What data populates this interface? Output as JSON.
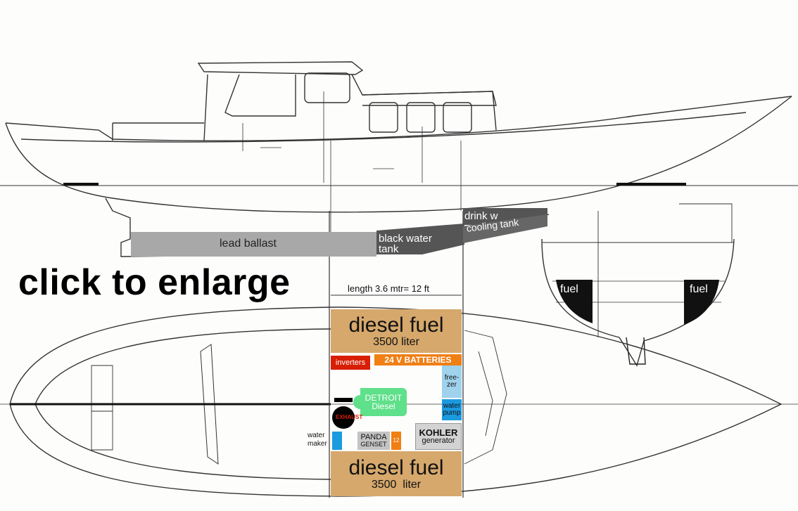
{
  "link": {
    "enlarge": "click to enlarge"
  },
  "profile": {
    "lead_ballast": "lead ballast",
    "black_water_tank_1": "black water",
    "black_water_tank_2": "tank",
    "drink_water": "drink w",
    "cooling_tank": "cooling tank"
  },
  "section": {
    "fuel_left": "fuel",
    "fuel_right": "fuel"
  },
  "engine_room": {
    "length_label": "length 3.6 mtr= 12 ft",
    "fuel_top_1": "diesel fuel",
    "fuel_top_2": "3500 liter",
    "inverters": "inverters",
    "batteries": "24 V BATTERIES",
    "freezer_1": "free-",
    "freezer_2": "zer",
    "detroit_1": "DETROIT",
    "detroit_2": "Diesel",
    "water_pump_1": "water",
    "water_pump_2": "pump",
    "exhaust": "EXHAUST",
    "water_maker_1": "water",
    "water_maker_2": "maker",
    "panda_1": "PANDA",
    "panda_2": "GENSET",
    "small_box": "12",
    "kohler_1": "KOHLER",
    "kohler_2": "generator",
    "fuel_bottom_1": "diesel fuel",
    "fuel_bottom_2": "3500  liter"
  },
  "colors": {
    "fuel": "#d6a86c",
    "ballast": "#a8a8a8",
    "black_water": "#555555",
    "inverters": "#d81e05",
    "batteries": "#f07f14",
    "freezer": "#9fd2ec",
    "pump": "#1b9ae0",
    "detroit": "#5fe08a",
    "kohler": "#d3d3d3",
    "panda": "#c4c4c4",
    "water_maker": "#1b9ae0"
  }
}
